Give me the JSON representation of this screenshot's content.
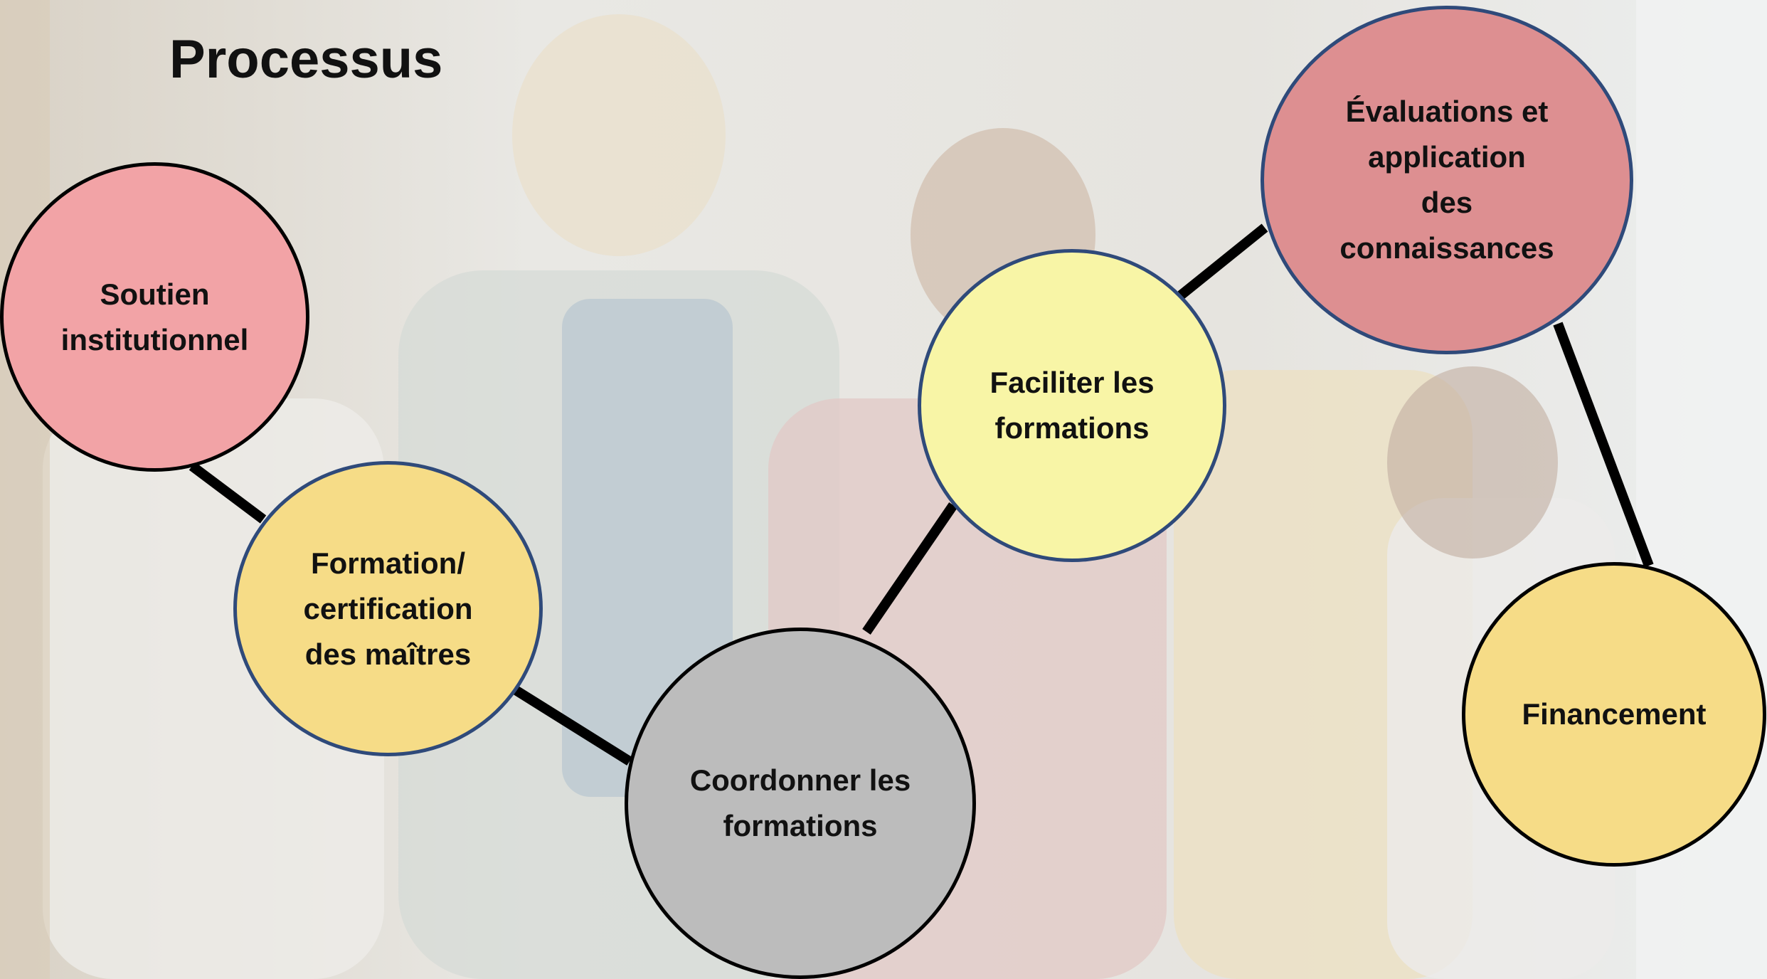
{
  "title": "Processus",
  "colors": {
    "pink": "#f2a3a6",
    "rose": "#dd8f91",
    "yellow_light": "#f8f5a6",
    "yellow": "#f6dc87",
    "gray": "#bcbcbc",
    "connector": "#000000",
    "node_border_blue": "#2f4a7a"
  },
  "nodes": {
    "soutien": {
      "label": "Soutien\ninstitutionnel",
      "fill": "#f2a3a6"
    },
    "formation": {
      "label": "Formation/\ncertification\ndes maîtres",
      "fill": "#f6dc87"
    },
    "coordonner": {
      "label": "Coordonner les\n formations",
      "fill": "#bcbcbc"
    },
    "faciliter": {
      "label": "Faciliter les\nformations",
      "fill": "#f8f5a6"
    },
    "evaluations": {
      "label": "Évaluations et\napplication\ndes\nconnaissances",
      "fill": "#dd8f91"
    },
    "financement": {
      "label": "Financement",
      "fill": "#f6dc87"
    }
  },
  "connections": [
    [
      "soutien",
      "formation"
    ],
    [
      "formation",
      "coordonner"
    ],
    [
      "coordonner",
      "faciliter"
    ],
    [
      "faciliter",
      "evaluations"
    ],
    [
      "evaluations",
      "financement"
    ]
  ]
}
